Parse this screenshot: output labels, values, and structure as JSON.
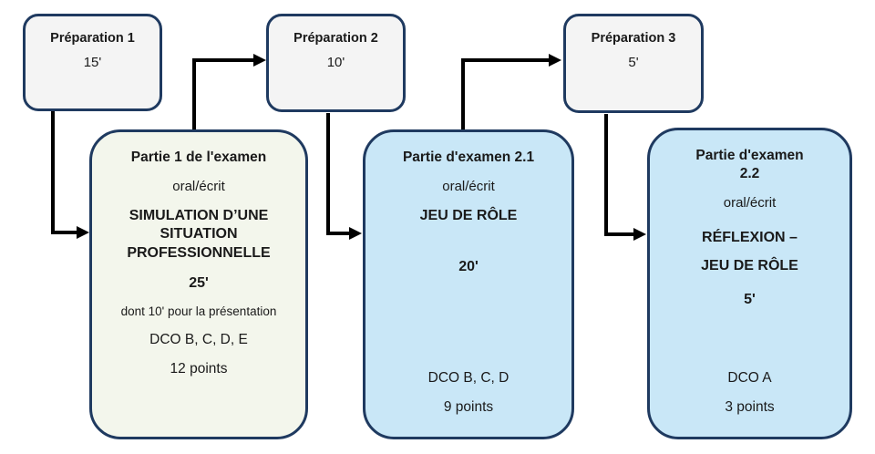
{
  "diagram": {
    "background_color": "#ffffff",
    "border_color": "#1f3a60",
    "arrow_color": "#000000",
    "prep_fill_color": "#f4f4f4",
    "exam1_fill_color": "#f3f6ec",
    "exam2_fill_color": "#c9e7f7"
  },
  "prep_boxes": [
    {
      "title": "Préparation 1",
      "duration": "15'"
    },
    {
      "title": "Préparation 2",
      "duration": "10'"
    },
    {
      "title": "Préparation 3",
      "duration": "5'"
    }
  ],
  "exam_boxes": [
    {
      "title": "Partie 1 de l'examen",
      "mode": "oral/écrit",
      "name": "SIMULATION D’UNE SITUATION PROFESSIONNELLE",
      "duration": "25'",
      "note": "dont 10' pour la présentation",
      "dco": "DCO B, C, D, E",
      "points": "12 points"
    },
    {
      "title": "Partie d'examen 2.1",
      "mode": "oral/écrit",
      "name": "JEU DE RÔLE",
      "duration": "20'",
      "dco": "DCO B, C, D",
      "points": "9 points"
    },
    {
      "title": "Partie d'examen\n2.2",
      "mode": "oral/écrit",
      "name": "RÉFLEXION –\nJEU DE RÔLE",
      "duration": "5'",
      "dco": "DCO A",
      "points": "3 points"
    }
  ],
  "flow": [
    {
      "from": "Préparation 1",
      "to": "Partie 1 de l'examen"
    },
    {
      "from": "Partie 1 de l'examen",
      "to": "Préparation 2"
    },
    {
      "from": "Préparation 2",
      "to": "Partie d'examen 2.1"
    },
    {
      "from": "Partie d'examen 2.1",
      "to": "Préparation 3"
    },
    {
      "from": "Préparation 3",
      "to": "Partie d'examen 2.2"
    }
  ]
}
